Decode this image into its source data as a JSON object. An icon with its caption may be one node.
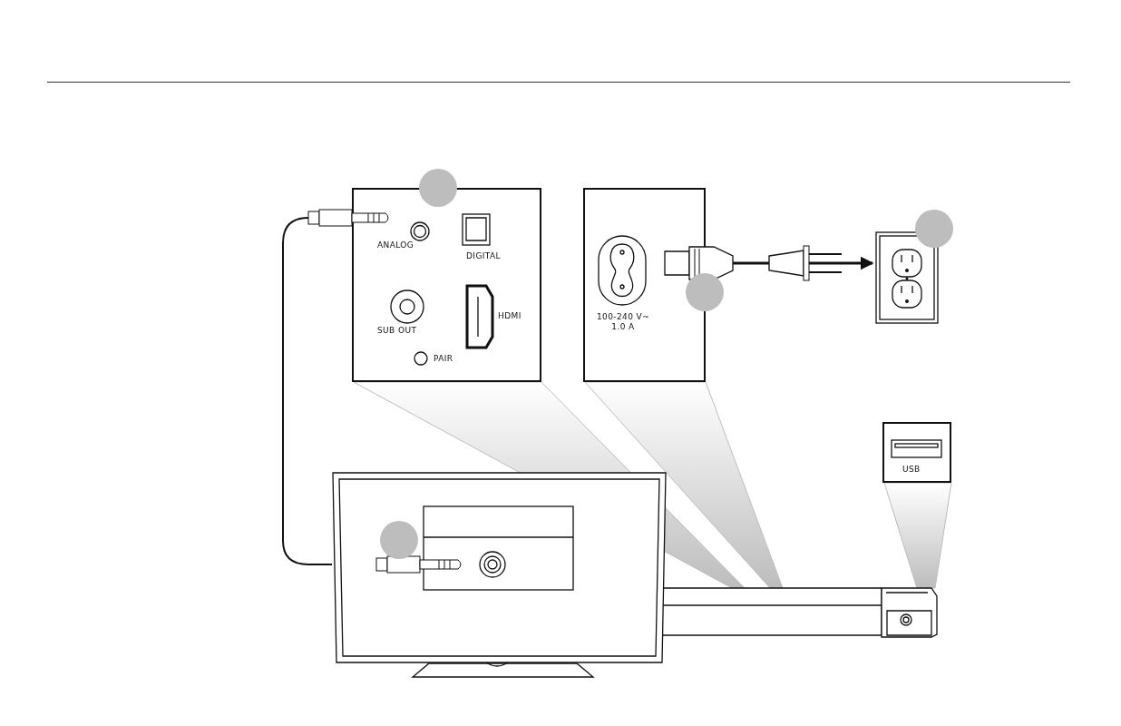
{
  "diagram": {
    "nodes": [
      {
        "text": [
          "ANALOG",
          "DIGITAL",
          "SUB OUT",
          "HDMI",
          "PAIR"
        ]
      },
      {
        "text": [
          "100-240 V~ 1.0 A"
        ]
      },
      {
        "text": [],
        "shape": "box"
      },
      {
        "text": [],
        "shape": "box"
      },
      {
        "text": [
          "USB"
        ]
      },
      {
        "text": [],
        "shape": "bar"
      }
    ],
    "edges": [
      {
        "from": 0,
        "to": 3,
        "arrow": "none"
      },
      {
        "from": 1,
        "to": 2,
        "arrow": "to"
      },
      {
        "from": 0,
        "to": 5,
        "arrow": "none",
        "color": "#bdbdbd"
      },
      {
        "from": 1,
        "to": 5,
        "arrow": "none",
        "color": "#bdbdbd"
      },
      {
        "from": 4,
        "to": 5,
        "arrow": "none",
        "color": "#bdbdbd"
      }
    ]
  }
}
